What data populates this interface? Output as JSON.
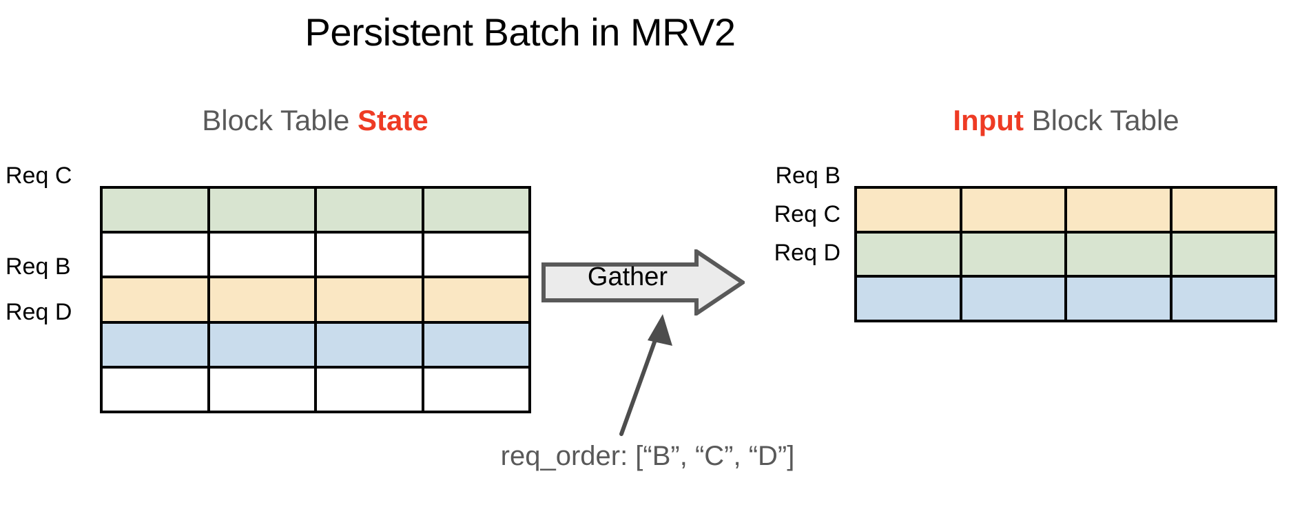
{
  "slide": {
    "title": "Persistent Batch in MRV2",
    "background_color": "#FFFFFF"
  },
  "colors": {
    "accent_red": "#EE3B24",
    "heading_gray": "#595959",
    "text_black": "#000000",
    "cell_green": "#D8E4D0",
    "cell_yellow": "#FAE7C3",
    "cell_blue": "#C9DCEC",
    "cell_empty": "#FFFFFF",
    "grid_border": "#000000",
    "arrow_fill": "#EBEBEB",
    "arrow_stroke": "#595959"
  },
  "left_panel": {
    "heading_prefix": "Block Table ",
    "heading_accent": "State",
    "columns": 4,
    "rows": 5,
    "row_labels": [
      "Req C",
      "",
      "Req B",
      "Req D",
      ""
    ],
    "row_colors": [
      "green",
      "plain",
      "yellow",
      "blue",
      "plain"
    ]
  },
  "right_panel": {
    "heading_accent": "Input",
    "heading_suffix": " Block Table",
    "columns": 4,
    "rows": 3,
    "row_labels": [
      "Req B",
      "Req C",
      "Req D"
    ],
    "row_colors": [
      "yellow",
      "green",
      "blue"
    ]
  },
  "gather": {
    "label": "Gather"
  },
  "annotation": {
    "req_order": "req_order: [“B”, “C”, “D”]"
  }
}
